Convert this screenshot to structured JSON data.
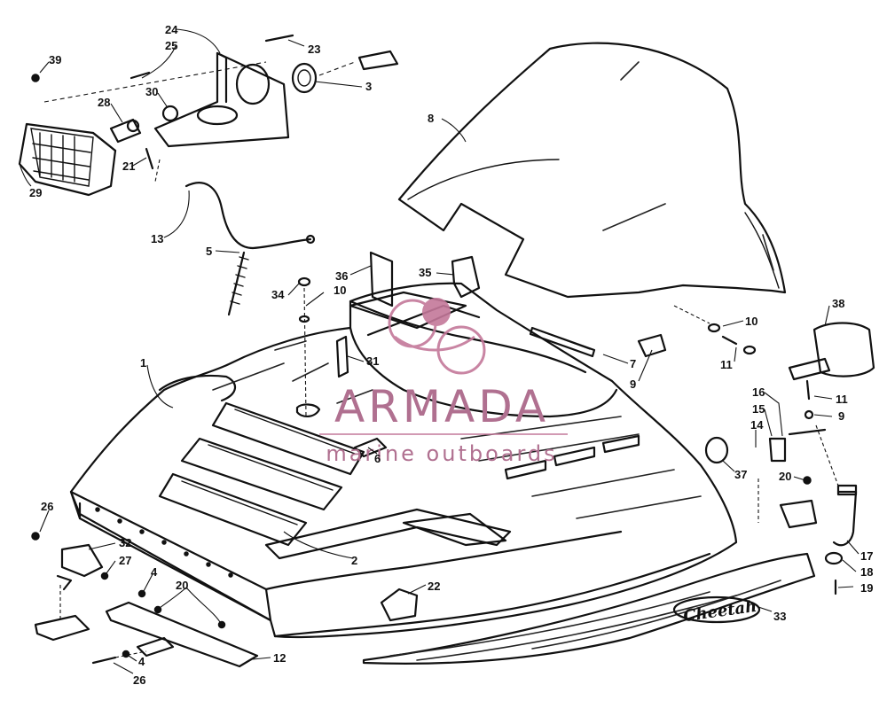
{
  "watermark": {
    "brand": "ARMADA",
    "tagline": "marine outboards",
    "color": "#c4789a"
  },
  "decal_text": "Cheetah",
  "callouts": [
    {
      "id": "c1",
      "label": "1"
    },
    {
      "id": "c2",
      "label": "2"
    },
    {
      "id": "c3",
      "label": "3"
    },
    {
      "id": "c4a",
      "label": "4"
    },
    {
      "id": "c4b",
      "label": "4"
    },
    {
      "id": "c5",
      "label": "5"
    },
    {
      "id": "c6",
      "label": "6"
    },
    {
      "id": "c7",
      "label": "7"
    },
    {
      "id": "c8",
      "label": "8"
    },
    {
      "id": "c9a",
      "label": "9"
    },
    {
      "id": "c9b",
      "label": "9"
    },
    {
      "id": "c10a",
      "label": "10"
    },
    {
      "id": "c10b",
      "label": "10"
    },
    {
      "id": "c11a",
      "label": "11"
    },
    {
      "id": "c11b",
      "label": "11"
    },
    {
      "id": "c12",
      "label": "12"
    },
    {
      "id": "c13",
      "label": "13"
    },
    {
      "id": "c14",
      "label": "14"
    },
    {
      "id": "c15",
      "label": "15"
    },
    {
      "id": "c16",
      "label": "16"
    },
    {
      "id": "c17",
      "label": "17"
    },
    {
      "id": "c18",
      "label": "18"
    },
    {
      "id": "c19",
      "label": "19"
    },
    {
      "id": "c20a",
      "label": "20"
    },
    {
      "id": "c20b",
      "label": "20"
    },
    {
      "id": "c21",
      "label": "21"
    },
    {
      "id": "c22",
      "label": "22"
    },
    {
      "id": "c23",
      "label": "23"
    },
    {
      "id": "c24",
      "label": "24"
    },
    {
      "id": "c25",
      "label": "25"
    },
    {
      "id": "c26a",
      "label": "26"
    },
    {
      "id": "c26b",
      "label": "26"
    },
    {
      "id": "c27",
      "label": "27"
    },
    {
      "id": "c28",
      "label": "28"
    },
    {
      "id": "c29",
      "label": "29"
    },
    {
      "id": "c30",
      "label": "30"
    },
    {
      "id": "c31",
      "label": "31"
    },
    {
      "id": "c32",
      "label": "32"
    },
    {
      "id": "c33",
      "label": "33"
    },
    {
      "id": "c34",
      "label": "34"
    },
    {
      "id": "c35",
      "label": "35"
    },
    {
      "id": "c36",
      "label": "36"
    },
    {
      "id": "c37",
      "label": "37"
    },
    {
      "id": "c38",
      "label": "38"
    },
    {
      "id": "c39",
      "label": "39"
    }
  ]
}
